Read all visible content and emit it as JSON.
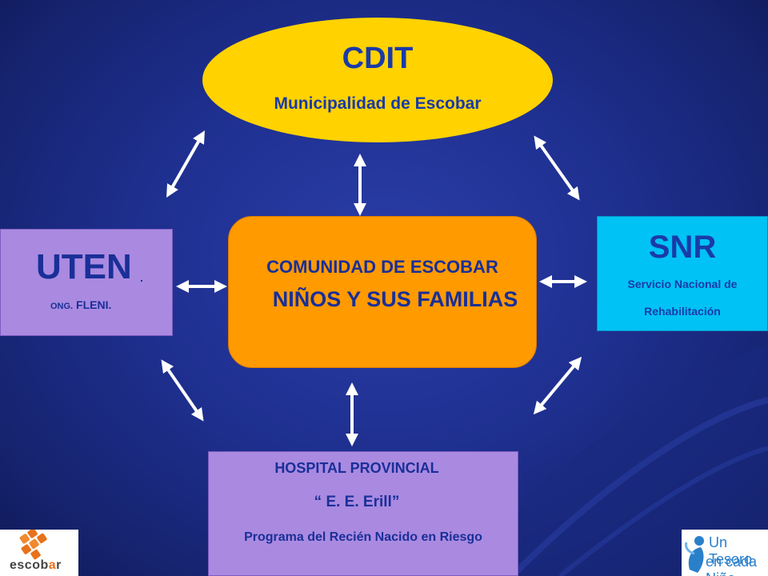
{
  "cdit": {
    "title": "CDIT",
    "subtitle": "Municipalidad de Escobar"
  },
  "center": {
    "line1": "COMUNIDAD DE ESCOBAR",
    "line2": "NIÑOS Y SUS FAMILIAS"
  },
  "uten": {
    "title": "UTEN",
    "dot": ".",
    "subtitle_prefix": "ONG.",
    "subtitle": "FLENI."
  },
  "snr": {
    "title": "SNR",
    "line1": "Servicio Nacional de",
    "line2": "Rehabilitación"
  },
  "hospital": {
    "line1": "HOSPITAL PROVINCIAL",
    "line2": "“ E. E. Erill”",
    "line3": "Programa del Recién Nacido en Riesgo"
  },
  "logos": {
    "left": {
      "prefix": "escob",
      "accent": "a",
      "suffix": "r"
    },
    "right": {
      "line1": "Un Tesoro",
      "line2": "en cada Niño"
    }
  },
  "colors": {
    "background": "#1e2f8f",
    "ellipse": "#ffd200",
    "center": "#ff9a00",
    "purple": "#a98ae0",
    "cyan": "#00c2f5",
    "text": "#1a2f98",
    "arrow": "#ffffff"
  }
}
